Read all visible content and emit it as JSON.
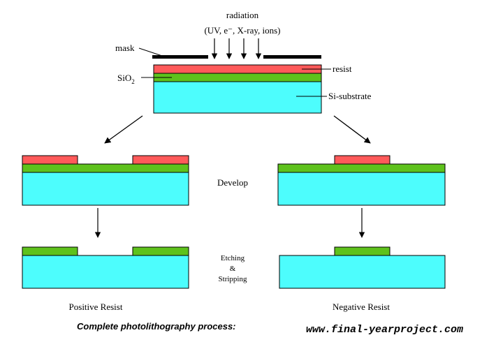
{
  "colors": {
    "resist": "#ff5a5a",
    "sio2": "#5ec21c",
    "substrate": "#4dfdfd",
    "mask": "#000000",
    "outline": "#000000"
  },
  "top": {
    "radiation_label": "radiation",
    "radiation_sources_label": "(UV, e⁻, X-ray, ions)",
    "mask_label": "mask",
    "resist_label": "resist",
    "sio2_label": "SiO",
    "sio2_subscript": "2",
    "substrate_label": "Si-substrate"
  },
  "steps": {
    "develop_label": "Develop",
    "etching_label": "Etching",
    "ampersand_label": "&",
    "stripping_label": "Stripping"
  },
  "columns": {
    "positive_label": "Positive Resist",
    "negative_label": "Negative Resist"
  },
  "caption": {
    "title": "Complete photolithography process:",
    "website": "www.final-yearproject.com"
  }
}
